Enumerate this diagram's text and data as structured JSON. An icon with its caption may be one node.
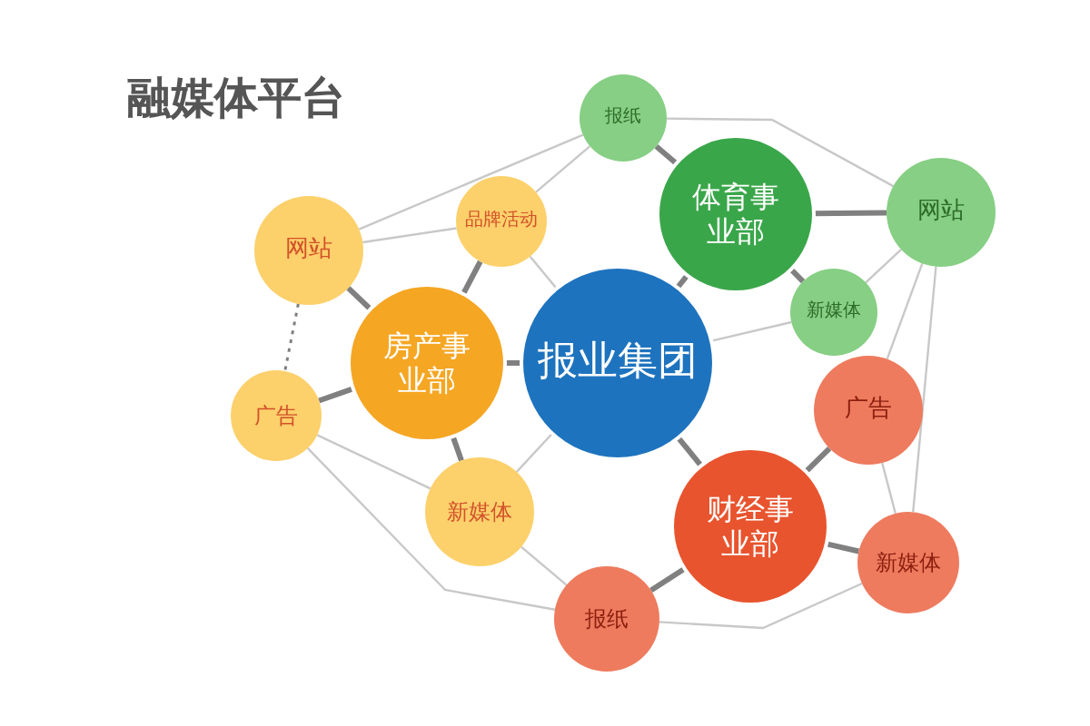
{
  "diagram": {
    "title": "融媒体平台",
    "nodes": [
      {
        "text": [
          "报业集团"
        ]
      },
      {
        "text": [
          "体育事业部"
        ]
      },
      {
        "text": [
          "报纸"
        ]
      },
      {
        "text": [
          "网站"
        ]
      },
      {
        "text": [
          "新媒体"
        ]
      },
      {
        "text": [
          "房产事业部"
        ]
      },
      {
        "text": [
          "网站"
        ]
      },
      {
        "text": [
          "品牌活动"
        ]
      },
      {
        "text": [
          "广告"
        ]
      },
      {
        "text": [
          "新媒体"
        ]
      },
      {
        "text": [
          "财经事业部"
        ]
      },
      {
        "text": [
          "广告"
        ]
      },
      {
        "text": [
          "新媒体"
        ]
      },
      {
        "text": [
          "报纸"
        ]
      }
    ],
    "edges": [
      {
        "from": 0,
        "to": 1,
        "arrow": "none",
        "style": "thick",
        "color": "#808080"
      },
      {
        "from": 0,
        "to": 5,
        "arrow": "none",
        "style": "thick",
        "color": "#808080"
      },
      {
        "from": 0,
        "to": 10,
        "arrow": "none",
        "style": "thick",
        "color": "#808080"
      },
      {
        "from": 1,
        "to": 2,
        "arrow": "none",
        "style": "thick",
        "color": "#808080"
      },
      {
        "from": 1,
        "to": 3,
        "arrow": "none",
        "style": "thick",
        "color": "#808080"
      },
      {
        "from": 1,
        "to": 4,
        "arrow": "none",
        "style": "thick",
        "color": "#808080"
      },
      {
        "from": 5,
        "to": 6,
        "arrow": "none",
        "style": "thick",
        "color": "#808080"
      },
      {
        "from": 5,
        "to": 7,
        "arrow": "none",
        "style": "thick",
        "color": "#808080"
      },
      {
        "from": 5,
        "to": 8,
        "arrow": "none",
        "style": "thick",
        "color": "#808080"
      },
      {
        "from": 5,
        "to": 9,
        "arrow": "none",
        "style": "thick",
        "color": "#808080"
      },
      {
        "from": 10,
        "to": 11,
        "arrow": "none",
        "style": "thick",
        "color": "#808080"
      },
      {
        "from": 10,
        "to": 12,
        "arrow": "none",
        "style": "thick",
        "color": "#808080"
      },
      {
        "from": 10,
        "to": 13,
        "arrow": "none",
        "style": "thick",
        "color": "#808080"
      },
      {
        "from": 0,
        "to": 4,
        "arrow": "none"
      },
      {
        "from": 0,
        "to": 7,
        "arrow": "none"
      },
      {
        "from": 0,
        "to": 9,
        "arrow": "none"
      },
      {
        "from": 2,
        "to": 7,
        "arrow": "none"
      },
      {
        "from": 2,
        "to": 6,
        "arrow": "none"
      },
      {
        "from": 2,
        "to": 3,
        "arrow": "none"
      },
      {
        "from": 6,
        "to": 7,
        "arrow": "none"
      },
      {
        "from": 6,
        "to": 8,
        "arrow": "none",
        "style": "dashed",
        "color": "#808080"
      },
      {
        "from": 8,
        "to": 9,
        "arrow": "none"
      },
      {
        "from": 8,
        "to": 13,
        "arrow": "none"
      },
      {
        "from": 9,
        "to": 13,
        "arrow": "none"
      },
      {
        "from": 3,
        "to": 4,
        "arrow": "none"
      },
      {
        "from": 3,
        "to": 11,
        "arrow": "none"
      },
      {
        "from": 3,
        "to": 12,
        "arrow": "none"
      },
      {
        "from": 11,
        "to": 12,
        "arrow": "none"
      },
      {
        "from": 13,
        "to": 12,
        "arrow": "none"
      }
    ]
  }
}
